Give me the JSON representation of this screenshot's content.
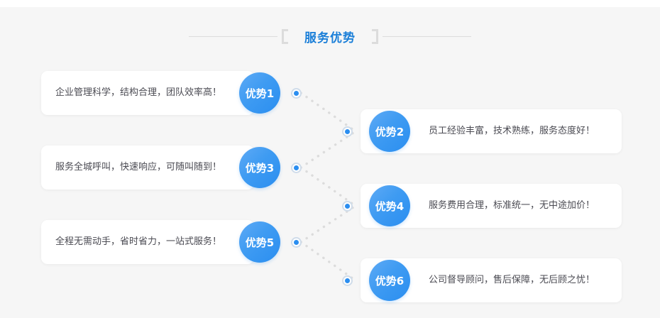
{
  "section": {
    "title": "服务优势",
    "bracket_left": "[",
    "bracket_right": "]"
  },
  "colors": {
    "accent": "#2b8ef0",
    "title": "#1b7fd8",
    "page_bg": "#f6f6f6",
    "card_bg": "#ffffff",
    "text": "#4a4a52",
    "rule": "#dcdcdc",
    "dot_ring": "#cfdcea",
    "dotted_line": "#dcdcdc"
  },
  "rows": [
    {
      "side": "left",
      "badge": "优势1",
      "text": "企业管理科学，结构合理，团队效率高！"
    },
    {
      "side": "right",
      "badge": "优势2",
      "text": "员工经验丰富，技术熟练，服务态度好！"
    },
    {
      "side": "left",
      "badge": "优势3",
      "text": "服务全城呼叫，快速响应，可随叫随到！"
    },
    {
      "side": "right",
      "badge": "优势4",
      "text": "服务费用合理，标准统一，无中途加价！"
    },
    {
      "side": "left",
      "badge": "优势5",
      "text": "全程无需动手，省时省力，一站式服务！"
    },
    {
      "side": "right",
      "badge": "优势6",
      "text": "公司督导顾问，售后保障，无后顾之忧！"
    }
  ],
  "connectors": [
    {
      "from": "优势1",
      "to": "优势2"
    },
    {
      "from": "优势3",
      "to": "优势2"
    },
    {
      "from": "优势3",
      "to": "优势4"
    },
    {
      "from": "优势5",
      "to": "优势4"
    },
    {
      "from": "优势5",
      "to": "优势6"
    }
  ]
}
